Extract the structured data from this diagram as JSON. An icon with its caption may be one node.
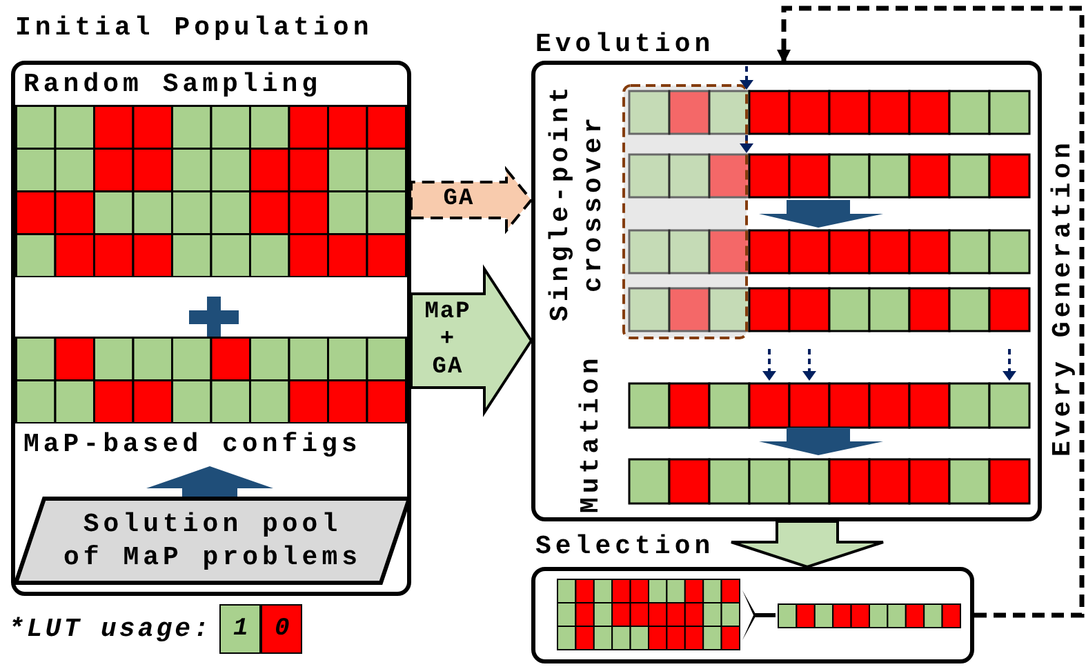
{
  "diagram": {
    "nodes": [
      {
        "text": [
          "Initial Population"
        ]
      },
      {
        "text": [
          "Random Sampling"
        ],
        "in": 0
      },
      {
        "text": [
          "MaP-based configs"
        ],
        "in": 0
      },
      {
        "text": [
          "Solution pool of MaP problems"
        ],
        "in": 0
      },
      {
        "text": [
          "Evolution"
        ]
      },
      {
        "text": [
          "Selection"
        ]
      }
    ],
    "edges": [
      {
        "from": 3,
        "to": 2,
        "arrow": "to",
        "color": "#1f4e79"
      },
      {
        "from": 1,
        "to": 4,
        "arrow": "to",
        "label": "GA",
        "style": "dashed",
        "color": "#f8cbad"
      },
      {
        "from": 0,
        "to": 4,
        "arrow": "to",
        "label": "MaP + GA",
        "color": "#c5e0b4"
      },
      {
        "from": 4,
        "to": 5,
        "arrow": "to",
        "color": "#c5e0b4"
      },
      {
        "from": 5,
        "to": 4,
        "arrow": "to",
        "label": "Every Generation",
        "style": "dashed"
      }
    ],
    "labels": [
      "Single-point crossover",
      "Mutation",
      "*LUT usage:"
    ],
    "legend": [
      {
        "text": "1",
        "color": "#a9d18e"
      },
      {
        "text": "0",
        "color": "#ff0000"
      }
    ]
  }
}
